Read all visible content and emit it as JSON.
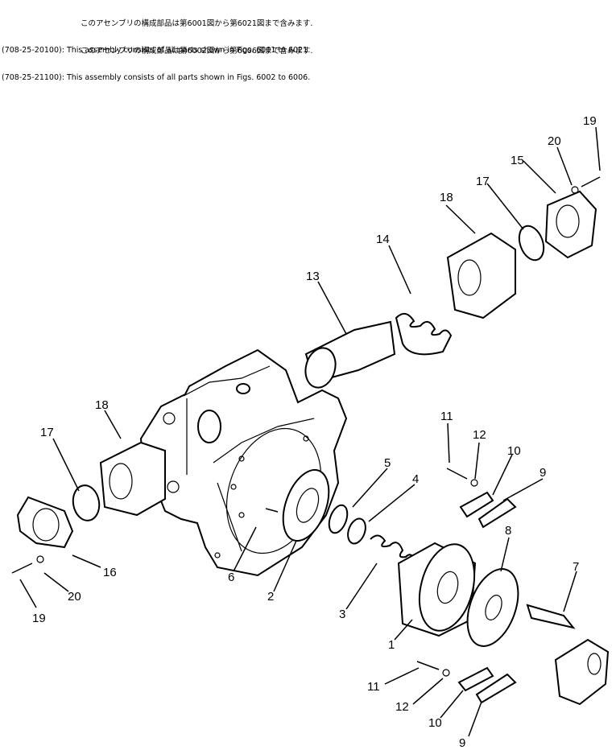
{
  "notes": [
    {
      "jp": "このアセンブリの構成部品は第6001図から第6021図まで含みます.",
      "code": "(708-25-20100)",
      "en": "This assembly consists of all parts shown in Figs. 6001 to 6021."
    },
    {
      "jp": "このアセンブリの構成部品は第6002図から第6006図まで含みます.",
      "code": "(708-25-21100)",
      "en": "This assembly consists of all parts shown in Figs. 6002 to 6006."
    }
  ],
  "callouts": [
    "19",
    "20",
    "15",
    "17",
    "18",
    "14",
    "13",
    "18",
    "17",
    "16",
    "20",
    "19",
    "11",
    "12",
    "10",
    "9",
    "5",
    "4",
    "6",
    "2",
    "3",
    "1",
    "8",
    "7",
    "11",
    "12",
    "10",
    "9"
  ]
}
